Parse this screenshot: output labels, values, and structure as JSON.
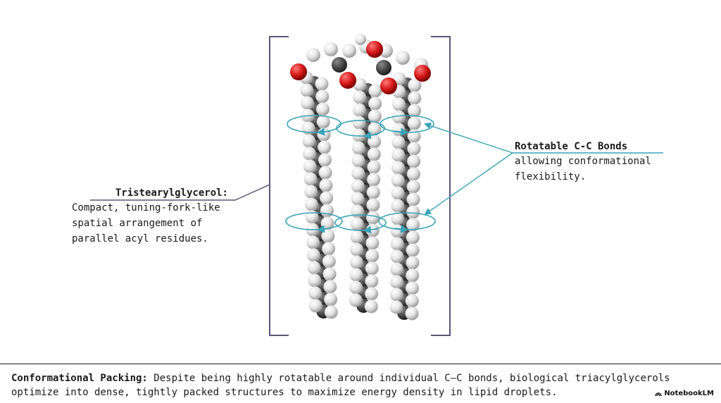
{
  "annotations": {
    "left": {
      "title": "Tristearylglycerol:",
      "body": "Compact, tuning-fork-like\nspatial arrangement of\nparallel acyl residues."
    },
    "right": {
      "title": "Rotatable C-C Bonds",
      "body": "allowing conformational\nflexibility."
    }
  },
  "caption": {
    "lead": "Conformational Packing:",
    "text": " Despite being highly rotatable around individual C–C bonds, biological triacylglycerols optimize into dense, tightly packed  structures to maximize energy density in lipid droplets."
  },
  "brand": {
    "name": "NotebookLM"
  },
  "colors": {
    "bracket": "#5b5678",
    "leader_line": "#5b5678",
    "rotation_arrow": "#3aa3b8",
    "carbon": "#4a4a4a",
    "hydrogen": "#e6e6e6",
    "oxygen": "#d81b1b"
  }
}
